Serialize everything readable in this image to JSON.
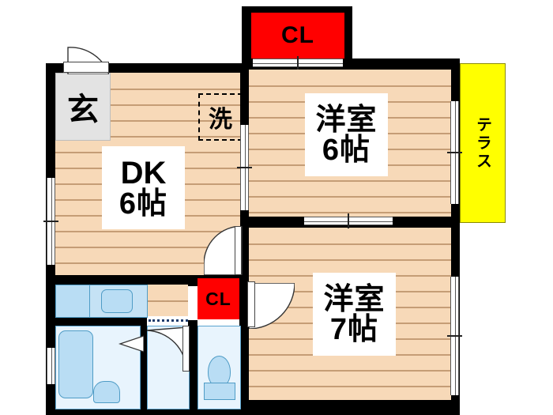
{
  "plan": {
    "type": "apartment-floor-plan",
    "layout_code": "2DK",
    "orientation_note": "terrace on right side"
  },
  "rooms": [
    {
      "id": "dk",
      "name": "DK",
      "size": "6帖",
      "label_line1": "DK",
      "label_line2": "6帖"
    },
    {
      "id": "washitsu_6",
      "name": "洋室",
      "size": "6帖",
      "label_line1": "洋室",
      "label_line2": "6帖"
    },
    {
      "id": "washitsu_7",
      "name": "洋室",
      "size": "7帖",
      "label_line1": "洋室",
      "label_line2": "7帖"
    }
  ],
  "closets": [
    {
      "id": "cl_top",
      "label": "CL"
    },
    {
      "id": "cl_middle",
      "label": "CL"
    }
  ],
  "labels": {
    "entrance": "玄",
    "laundry": "洗",
    "terrace": "テラス"
  },
  "fixtures": [
    {
      "id": "bathtub",
      "name": "bathtub"
    },
    {
      "id": "kitchen-sink",
      "name": "kitchen-sink"
    },
    {
      "id": "kitchen-counter",
      "name": "kitchen-counter"
    },
    {
      "id": "wash-basin",
      "name": "wash-basin"
    },
    {
      "id": "toilet",
      "name": "toilet"
    }
  ],
  "colors": {
    "wall": "#000000",
    "floor": "#f7d9b8",
    "floor_line": "#9c6b3f",
    "closet": "#ff0000",
    "terrace": "#ffff00",
    "entrance": "#e3e3e3",
    "water": "#b9ddf4",
    "wet_floor": "#e8f4fd",
    "background": "#ffffff"
  }
}
